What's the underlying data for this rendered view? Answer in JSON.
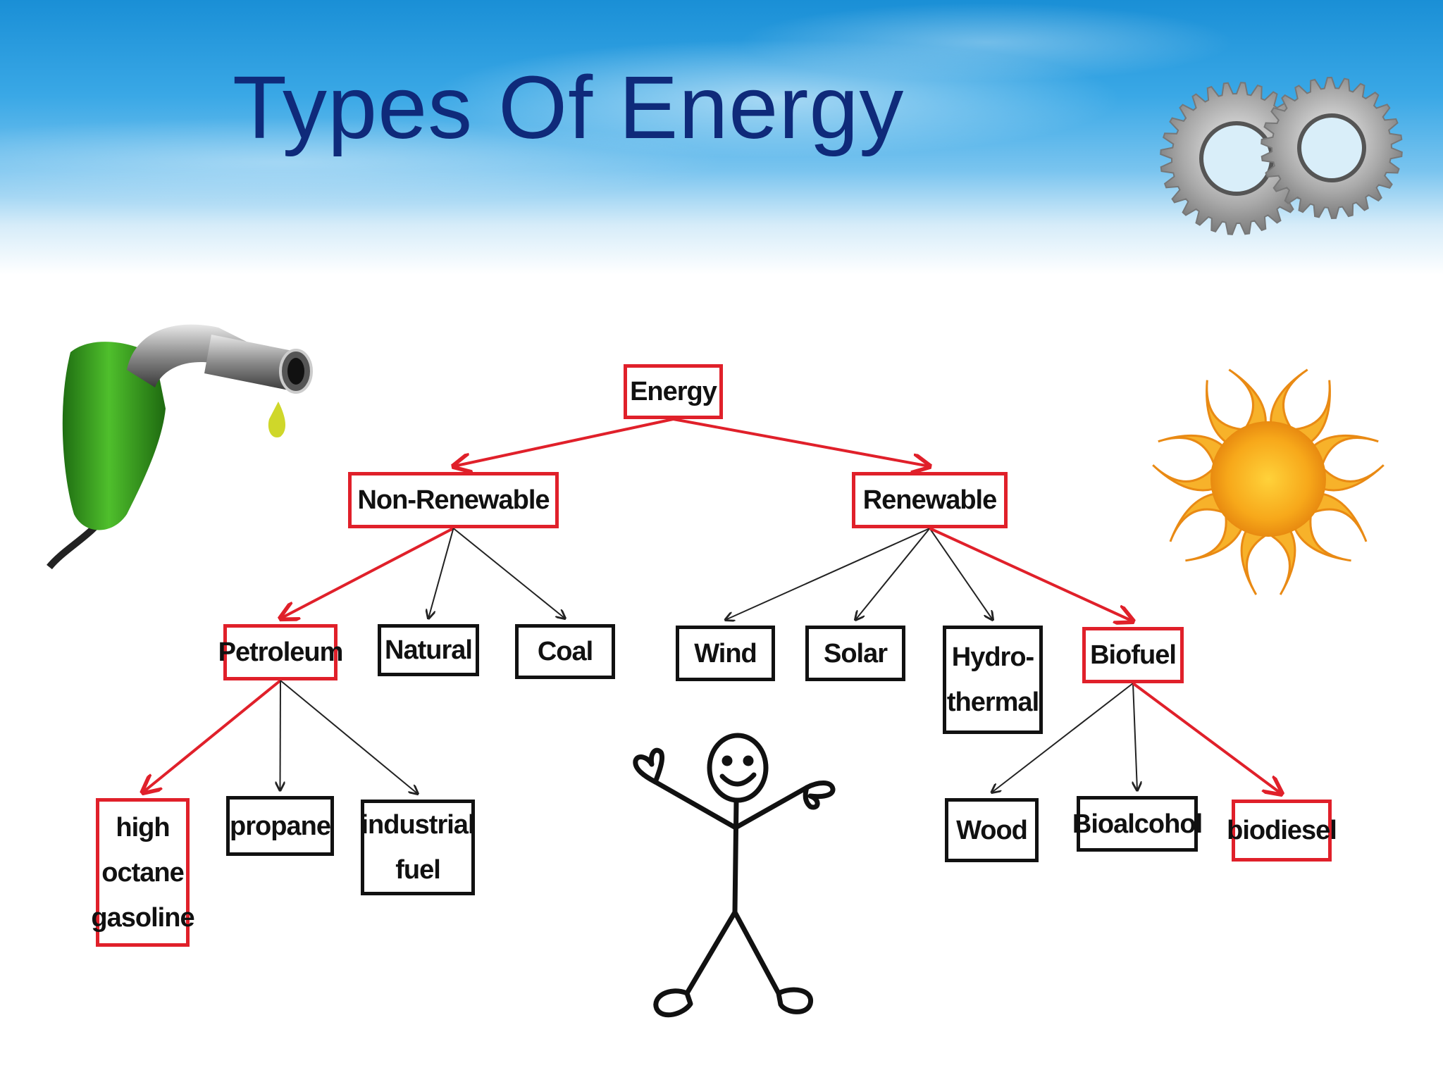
{
  "title": "Types Of Energy",
  "colors": {
    "highlight_border": "#e0202a",
    "normal_border": "#111111",
    "title": "#0f2a7a"
  },
  "nodes": {
    "energy": "Energy",
    "non_renewable": "Non-Renewable",
    "renewable": "Renewable",
    "petroleum": "Petroleum",
    "natural": "Natural",
    "coal": "Coal",
    "wind": "Wind",
    "solar": "Solar",
    "hydro_thermal": "Hydro-\nthermal",
    "biofuel": "Biofuel",
    "high_octane_gasoline": "high\noctane\ngasoline",
    "propane": "propane",
    "industrial_fuel": "industrial\nfuel",
    "wood": "Wood",
    "bioalcohol": "Bioalcohol",
    "biodiesel": "biodiesel"
  },
  "edges": [
    {
      "from": "energy",
      "to": "non_renewable",
      "highlight": true
    },
    {
      "from": "energy",
      "to": "renewable",
      "highlight": true
    },
    {
      "from": "non_renewable",
      "to": "petroleum",
      "highlight": true
    },
    {
      "from": "non_renewable",
      "to": "natural",
      "highlight": false
    },
    {
      "from": "non_renewable",
      "to": "coal",
      "highlight": false
    },
    {
      "from": "renewable",
      "to": "wind",
      "highlight": false
    },
    {
      "from": "renewable",
      "to": "solar",
      "highlight": false
    },
    {
      "from": "renewable",
      "to": "hydro_thermal",
      "highlight": false
    },
    {
      "from": "renewable",
      "to": "biofuel",
      "highlight": true
    },
    {
      "from": "petroleum",
      "to": "high_octane_gasoline",
      "highlight": true
    },
    {
      "from": "petroleum",
      "to": "propane",
      "highlight": false
    },
    {
      "from": "petroleum",
      "to": "industrial_fuel",
      "highlight": false
    },
    {
      "from": "biofuel",
      "to": "wood",
      "highlight": false
    },
    {
      "from": "biofuel",
      "to": "bioalcohol",
      "highlight": false
    },
    {
      "from": "biofuel",
      "to": "biodiesel",
      "highlight": true
    }
  ],
  "decorations": [
    "gears-icon",
    "fuel-nozzle-icon",
    "sun-icon",
    "stick-figure-icon"
  ]
}
